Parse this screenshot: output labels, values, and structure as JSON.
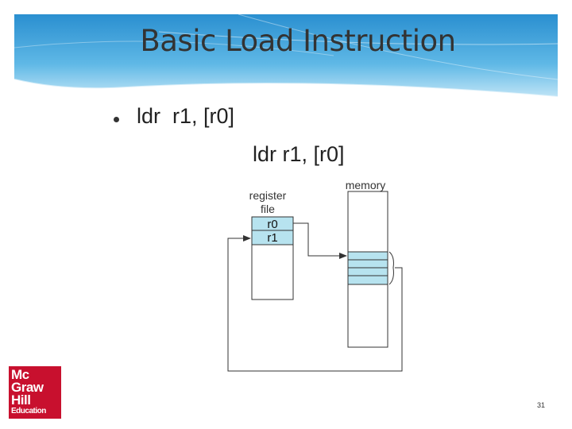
{
  "slide": {
    "title": "Basic Load Instruction",
    "bullet": "ldr  r1, [r0]",
    "page_number": "31"
  },
  "diagram": {
    "title": "ldr r1, [r0]",
    "register_file_label": "register\nfile",
    "registers": [
      "r0",
      "r1"
    ],
    "memory_label": "memory"
  },
  "logo": {
    "lines": [
      "Mc",
      "Graw",
      "Hill",
      "Education"
    ]
  },
  "colors": {
    "banner": "#2e9bd6",
    "highlight": "#b7e3ef",
    "logo": "#c8102e"
  }
}
